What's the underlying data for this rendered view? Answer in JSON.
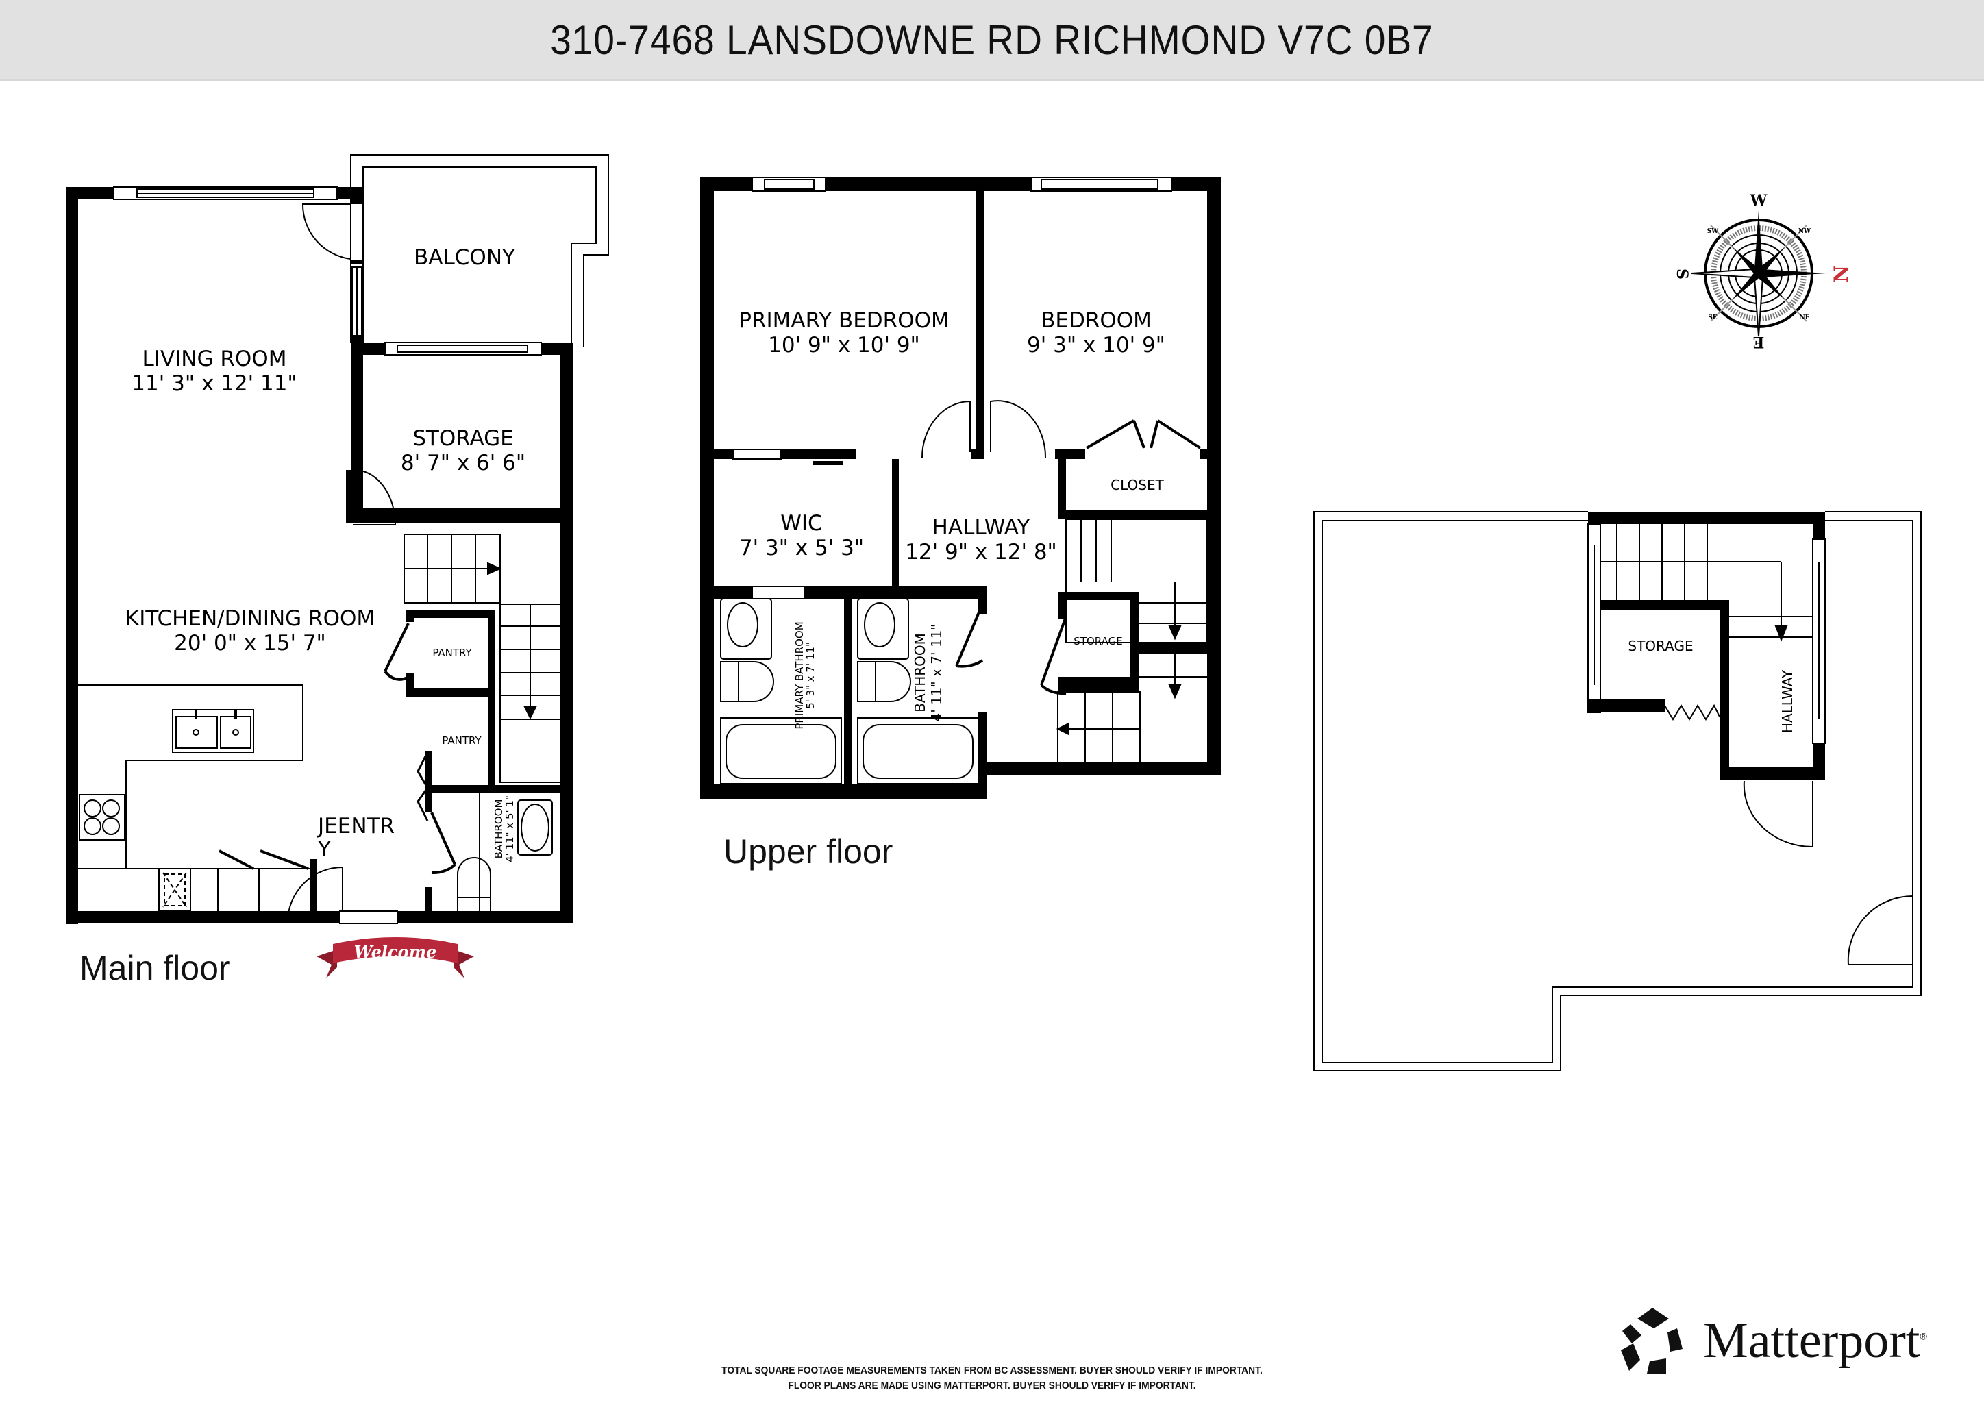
{
  "header": {
    "title": "310-7468 LANSDOWNE RD RICHMOND V7C 0B7"
  },
  "main_floor": {
    "caption": "Main floor",
    "rooms": {
      "balcony": {
        "name": "BALCONY"
      },
      "living": {
        "name": "LIVING ROOM",
        "dims": "11' 3\" x 12' 11\""
      },
      "storage": {
        "name": "STORAGE",
        "dims": "8' 7\" x 6' 6\""
      },
      "kitchen": {
        "name": "KITCHEN/DINING ROOM",
        "dims": "20' 0\" x 15' 7\""
      },
      "pantry1": {
        "name": "PANTRY"
      },
      "pantry2": {
        "name": "PANTRY"
      },
      "entry_line1": "JEENTR",
      "entry_line2": "Y",
      "bathroom": {
        "name": "BATHROOM",
        "dims": "4' 11\" x 5' 1\""
      }
    },
    "welcome_mat": "Welcome"
  },
  "upper_floor": {
    "caption": "Upper floor",
    "rooms": {
      "primary_bedroom": {
        "name": "PRIMARY BEDROOM",
        "dims": "10' 9\" x 10' 9\""
      },
      "bedroom": {
        "name": "BEDROOM",
        "dims": "9' 3\" x 10' 9\""
      },
      "closet": {
        "name": "CLOSET"
      },
      "wic": {
        "name": "WIC",
        "dims": "7' 3\" x 5' 3\""
      },
      "hallway": {
        "name": "HALLWAY",
        "dims": "12' 9\" x 12' 8\""
      },
      "primary_bathroom": {
        "name": "PRIMARY BATHROOM",
        "dims": "5' 3\" x 7' 11\""
      },
      "bathroom": {
        "name": "BATHROOM",
        "dims": "4' 11\" x 7' 11\""
      },
      "storage": {
        "name": "STORAGE"
      }
    }
  },
  "roof_level": {
    "rooms": {
      "storage": {
        "name": "STORAGE"
      },
      "hallway": {
        "name": "HALLWAY"
      }
    }
  },
  "compass": {
    "top": "W",
    "bottom": "E",
    "left": "S",
    "right": "N",
    "diag_tl": "SW",
    "diag_tr": "NW",
    "diag_bl": "SE",
    "diag_br": "NE",
    "north_color": "#c8303a"
  },
  "footer": {
    "disclaimer_line1": "TOTAL SQUARE FOOTAGE MEASUREMENTS TAKEN FROM BC ASSESSMENT. BUYER SHOULD VERIFY IF IMPORTANT.",
    "disclaimer_line2": "FLOOR PLANS ARE MADE USING MATTERPORT. BUYER SHOULD VERIFY IF IMPORTANT.",
    "brand": "Matterport",
    "brand_mark": "®"
  },
  "colors": {
    "header_bg": "#e1e1e1",
    "wall": "#000000",
    "welcome_ribbon": "#b8283a"
  }
}
